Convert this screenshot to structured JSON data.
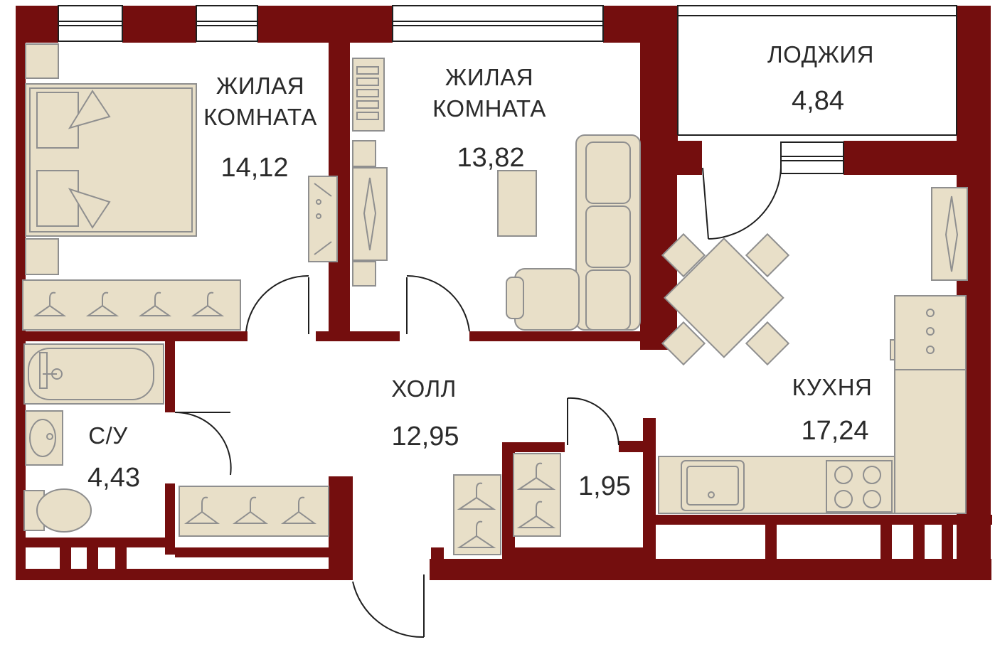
{
  "colors": {
    "wall": "#740e0e",
    "furniture_fill": "#e8dfc8",
    "furniture_stroke": "#8f8f8f",
    "line": "#1f1f1f",
    "text": "#2b2b2b"
  },
  "rooms": [
    {
      "id": "living1",
      "name_lines": [
        "ЖИЛАЯ",
        "КОМНАТА"
      ],
      "area": "14,12"
    },
    {
      "id": "living2",
      "name_lines": [
        "ЖИЛАЯ",
        "КОМНАТА"
      ],
      "area": "13,82"
    },
    {
      "id": "loggia",
      "name_lines": [
        "ЛОДЖИЯ"
      ],
      "area": "4,84"
    },
    {
      "id": "hall",
      "name_lines": [
        "ХОЛЛ"
      ],
      "area": "12,95"
    },
    {
      "id": "bath",
      "name_lines": [
        "С/У"
      ],
      "area": "4,43"
    },
    {
      "id": "kitchen",
      "name_lines": [
        "КУХНЯ"
      ],
      "area": "17,24"
    },
    {
      "id": "closet",
      "name_lines": [],
      "area": "1,95"
    }
  ],
  "icons": [
    "bed-icon",
    "wardrobe-hanger-icon",
    "sofa-icon",
    "tv-icon",
    "dining-table-icon",
    "sink-icon",
    "stove-icon",
    "bathtub-icon",
    "toilet-icon",
    "washbasin-icon",
    "door-swing-icon"
  ]
}
